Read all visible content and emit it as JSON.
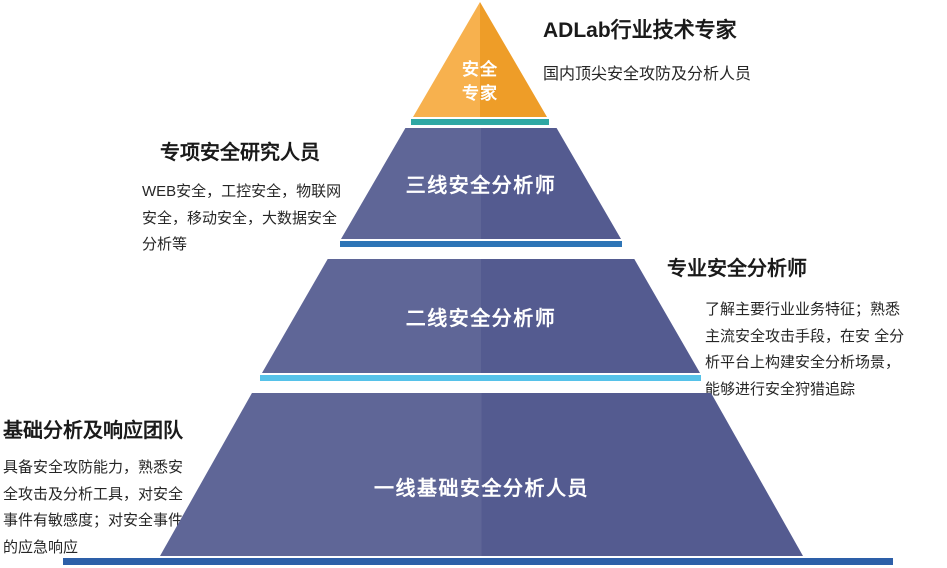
{
  "pyramid": {
    "tiers": [
      {
        "id": "expert",
        "label": "安全\n专家"
      },
      {
        "id": "level3",
        "label": "三线安全分析师"
      },
      {
        "id": "level2",
        "label": "二线安全分析师"
      },
      {
        "id": "level1",
        "label": "一线基础安全分析人员"
      }
    ]
  },
  "annotations": {
    "expert": {
      "title": "ADLab行业技术专家",
      "desc": "国内顶尖安全攻防及分析人员"
    },
    "research": {
      "title": "专项安全研究人员",
      "desc": "WEB安全，工控安全，物联网安全，移动安全，大数据安全分析等"
    },
    "professional": {
      "title": "专业安全分析师",
      "desc": "了解主要行业业务特征；熟悉主流安全攻击手段，在安 全分析平台上构建安全分析场景，能够进行安全狩猎追踪"
    },
    "basic": {
      "title": "基础分析及响应团队",
      "desc": "具备安全攻防能力，熟悉安全攻击及分析工具，对安全事件有敏感度；对安全事件的应急响应"
    }
  },
  "colors": {
    "apex_orange_left": "#F7B14E",
    "apex_orange_right": "#EE9D28",
    "tier_slate_left": "#5F6697",
    "tier_slate_right": "#545B90",
    "divider_teal": "#2FA8A4",
    "divider_blue": "#2E75B6",
    "divider_cyan": "#56C2E9",
    "divider_bottom_blue": "#2D5FA8",
    "tier_text": "#FFFFFF",
    "annotation_text": "#1A1A1A"
  }
}
